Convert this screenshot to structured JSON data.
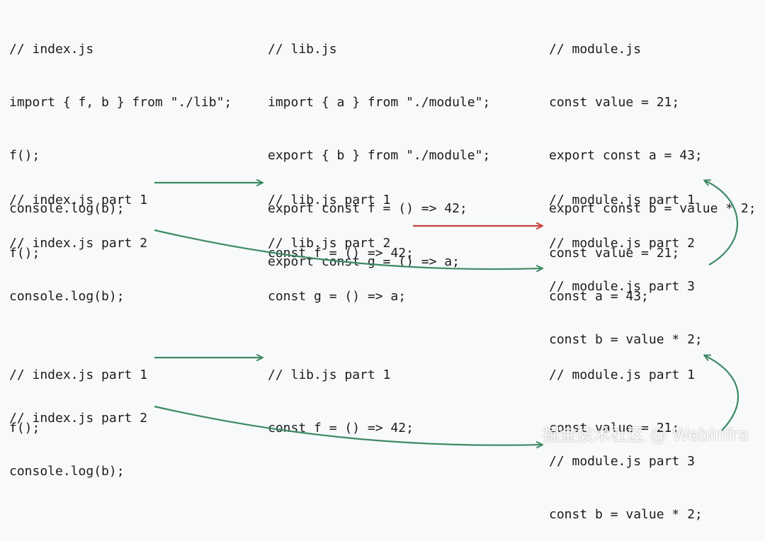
{
  "section1": {
    "index": [
      "// index.js",
      "import { f, b } from \"./lib\";",
      "f();",
      "console.log(b);"
    ],
    "lib": [
      "// lib.js",
      "import { a } from \"./module\";",
      "export { b } from \"./module\";",
      "export const f = () => 42;",
      "export const g = () => a;"
    ],
    "module": [
      "// module.js",
      "const value = 21;",
      "export const a = 43;",
      "export const b = value * 2;"
    ]
  },
  "section2": {
    "index_part1": [
      "// index.js part 1",
      "f();"
    ],
    "index_part2": [
      "// index.js part 2",
      "console.log(b);"
    ],
    "lib_part1": [
      "// lib.js part 1",
      "const f = () => 42;"
    ],
    "lib_part2": [
      "// lib.js part 2",
      "const g = () => a;"
    ],
    "module_part1": [
      "// module.js part 1",
      "const value = 21;"
    ],
    "module_part2": [
      "// module.js part 2",
      "const a = 43;"
    ],
    "module_part3": [
      "// module.js part 3",
      "const b = value * 2;"
    ]
  },
  "section3": {
    "index_part1": [
      "// index.js part 1",
      "f();"
    ],
    "index_part2": [
      "// index.js part 2",
      "console.log(b);"
    ],
    "lib_part1": [
      "// lib.js part 1",
      "const f = () => 42;"
    ],
    "module_part1": [
      "// module.js part 1",
      "const value = 21;"
    ],
    "module_part3": [
      "// module.js part 3",
      "const b = value * 2;"
    ]
  },
  "colors": {
    "green_arrow": "#3e8a63",
    "red_arrow": "#c7433a",
    "text": "#1c1c1c",
    "background": "#f7f9fa"
  },
  "watermark": "掘金技术社区 @ WebInfra"
}
